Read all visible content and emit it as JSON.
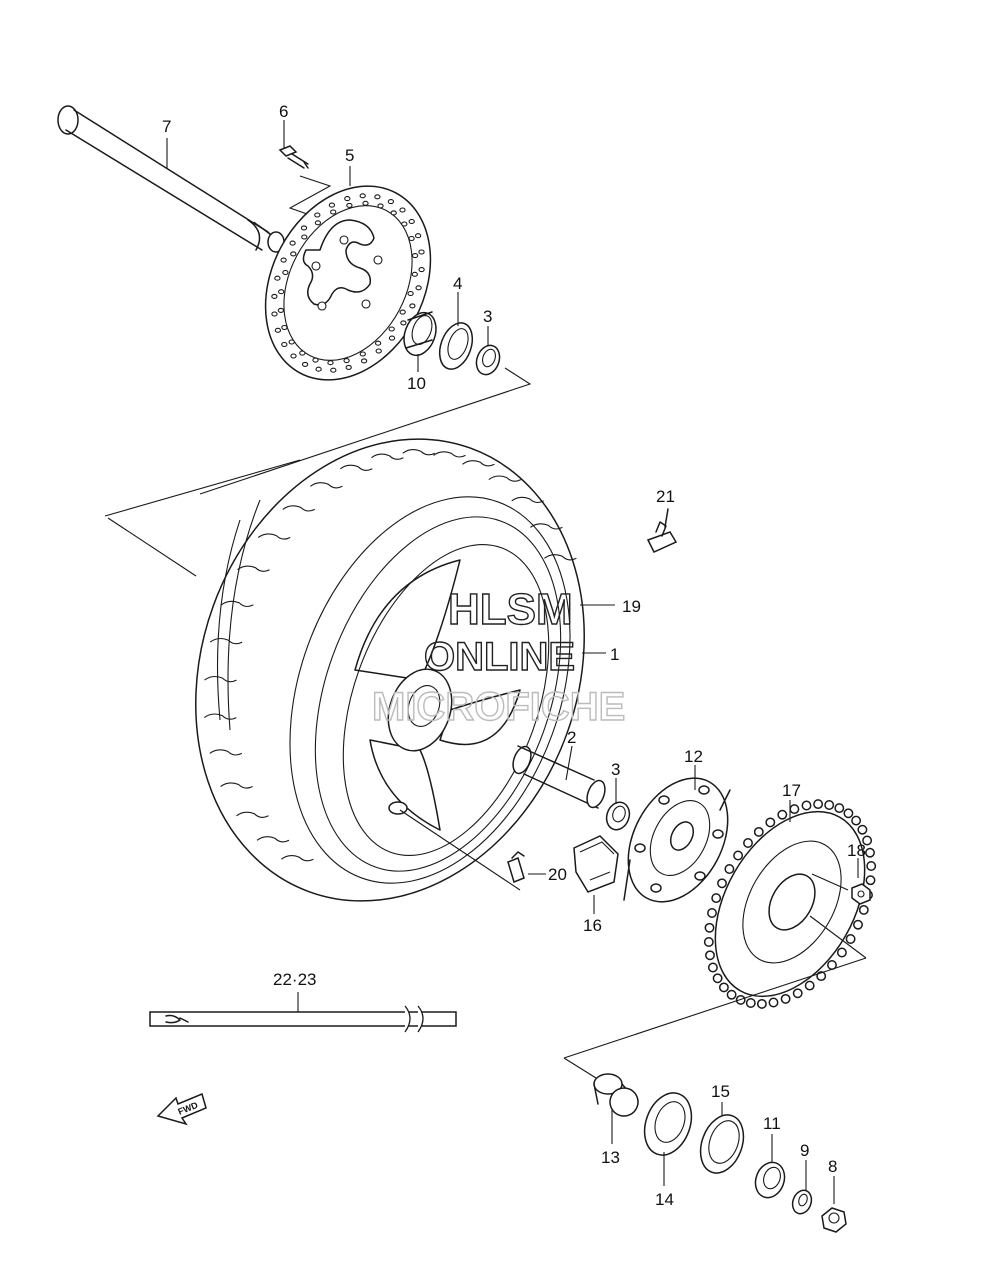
{
  "watermark": {
    "line1": "HLSM",
    "line2": "ONLINE",
    "line3": "MICROFICHE"
  },
  "parts": [
    {
      "id": "p1",
      "label": "1"
    },
    {
      "id": "p2",
      "label": "2"
    },
    {
      "id": "p3a",
      "label": "3"
    },
    {
      "id": "p3b",
      "label": "3"
    },
    {
      "id": "p4",
      "label": "4"
    },
    {
      "id": "p5",
      "label": "5"
    },
    {
      "id": "p6",
      "label": "6"
    },
    {
      "id": "p7",
      "label": "7"
    },
    {
      "id": "p8",
      "label": "8"
    },
    {
      "id": "p9",
      "label": "9"
    },
    {
      "id": "p10",
      "label": "10"
    },
    {
      "id": "p11",
      "label": "11"
    },
    {
      "id": "p12",
      "label": "12"
    },
    {
      "id": "p13",
      "label": "13"
    },
    {
      "id": "p14",
      "label": "14"
    },
    {
      "id": "p15",
      "label": "15"
    },
    {
      "id": "p16",
      "label": "16"
    },
    {
      "id": "p17",
      "label": "17"
    },
    {
      "id": "p18",
      "label": "18"
    },
    {
      "id": "p19",
      "label": "19"
    },
    {
      "id": "p20",
      "label": "20"
    },
    {
      "id": "p21",
      "label": "21"
    },
    {
      "id": "p2223",
      "label": "22·23"
    }
  ],
  "fwd_label": "FWD"
}
